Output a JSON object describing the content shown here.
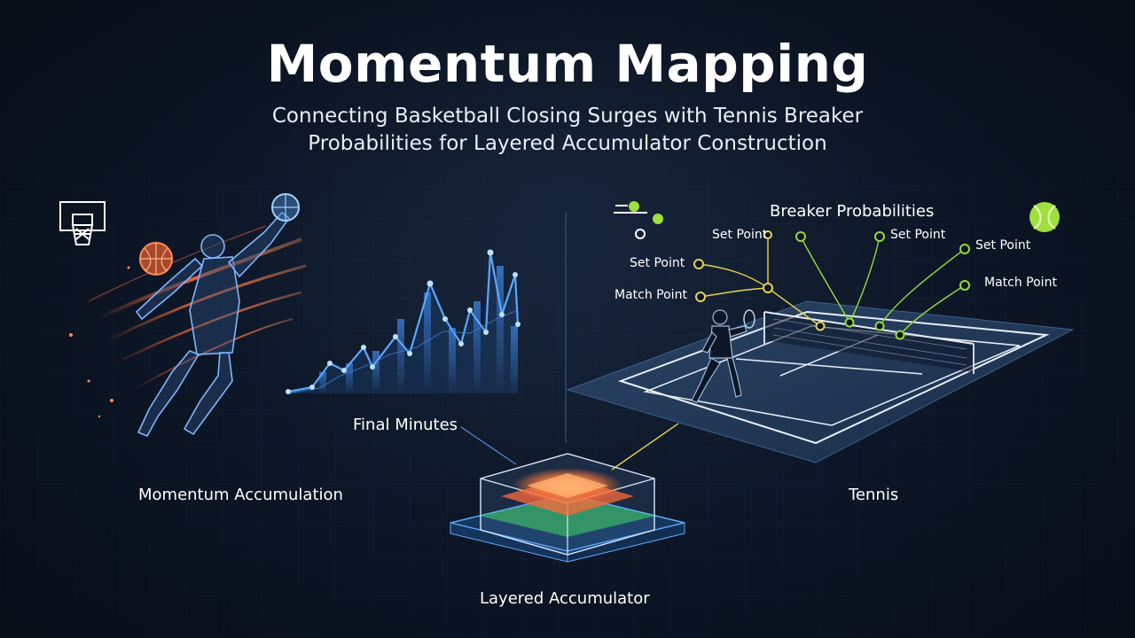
{
  "header": {
    "title": "Momentum Mapping",
    "subtitle": "Connecting Basketball Closing Surges with Tennis Breaker Probabilities for Layered Accumulator Construction"
  },
  "labels": {
    "momentum_accumulation": "Momentum Accumulation",
    "final_minutes": "Final Minutes",
    "tennis": "Tennis",
    "layered_accumulator": "Layered Accumulator",
    "breaker_probabilities": "Breaker Probabilities"
  },
  "breaker_points": [
    {
      "label": "Set Point",
      "color": "#e6d34a"
    },
    {
      "label": "Set Point",
      "color": "#e6d34a"
    },
    {
      "label": "Match Point",
      "color": "#e6d34a"
    },
    {
      "label": "Set Point",
      "color": "#8fdc3a"
    },
    {
      "label": "Set Point",
      "color": "#8fdc3a"
    },
    {
      "label": "Match Point",
      "color": "#8fdc3a"
    }
  ],
  "icons": [
    "basketball-hoop-icon",
    "basketball-icon",
    "tennis-ball-icon",
    "tennis-balls-icon"
  ],
  "colors": {
    "background": "#0f1a2c",
    "grid": "#1e3050",
    "chart_line": "#5aa8ff",
    "surge_orange": "#ff6a3a",
    "tennis_green": "#8fdc3a",
    "tennis_yellow": "#e6d34a"
  }
}
